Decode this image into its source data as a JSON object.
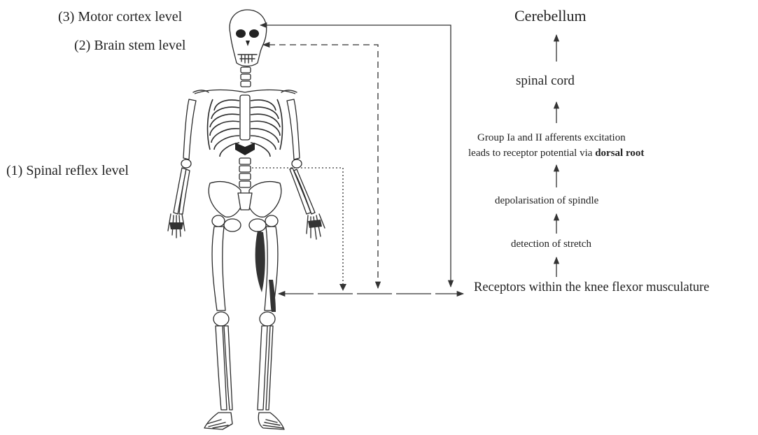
{
  "levels": {
    "motor_cortex": "(3) Motor cortex level",
    "brain_stem": "(2) Brain stem level",
    "spinal_reflex": "(1) Spinal reflex level"
  },
  "pathway": {
    "cerebellum": "Cerebellum",
    "spinal_cord": "spinal cord",
    "afferents_line1": "Group Ia and II afferents excitation",
    "afferents_line2_prefix": "leads to receptor potential via ",
    "afferents_line2_bold": "dorsal root",
    "depolarisation": "depolarisation of spindle",
    "detection": "detection of stretch",
    "receptors": "Receptors within the knee flexor musculature"
  },
  "line_styles": {
    "motor_cortex": "solid",
    "brain_stem": "dashed",
    "spinal_reflex": "dotted"
  }
}
